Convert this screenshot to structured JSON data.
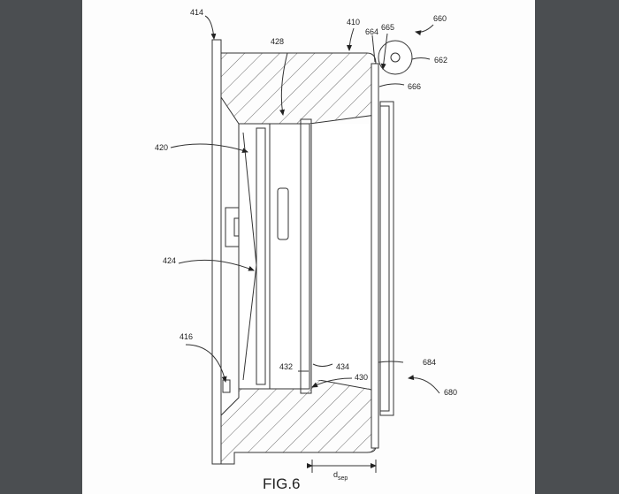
{
  "figure": {
    "caption": "FIG.6",
    "labels": {
      "l414": "414",
      "l410": "410",
      "l428": "428",
      "l664": "664",
      "l665": "665",
      "l660": "660",
      "l662": "662",
      "l666": "666",
      "l420": "420",
      "l424": "424",
      "l416": "416",
      "l432": "432",
      "l434": "434",
      "l430": "430",
      "l684": "684",
      "l680": "680",
      "dsep": "d",
      "dsep_sub": "sep"
    }
  },
  "colors": {
    "background": "#4b4e51",
    "page": "#fdfdfd",
    "ink": "#333333"
  }
}
